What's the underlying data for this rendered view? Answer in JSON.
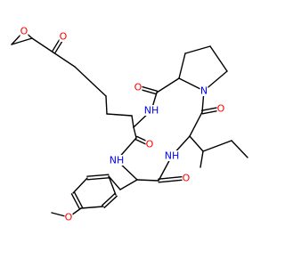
{
  "colors": {
    "bond": "#000000",
    "O": "#ff0000",
    "N": "#0000ff",
    "background": "#ffffff"
  },
  "atoms": {
    "epoxide_o": "O",
    "ketone_o": "O",
    "amide_o_upper": "O",
    "amide_o_right": "O",
    "amide_o_left": "O",
    "amide_o_lower": "O",
    "methoxy_o": "O",
    "pro_n": "N",
    "nh_top": "NH",
    "nh_right": "NH",
    "nh_left": "NH"
  }
}
